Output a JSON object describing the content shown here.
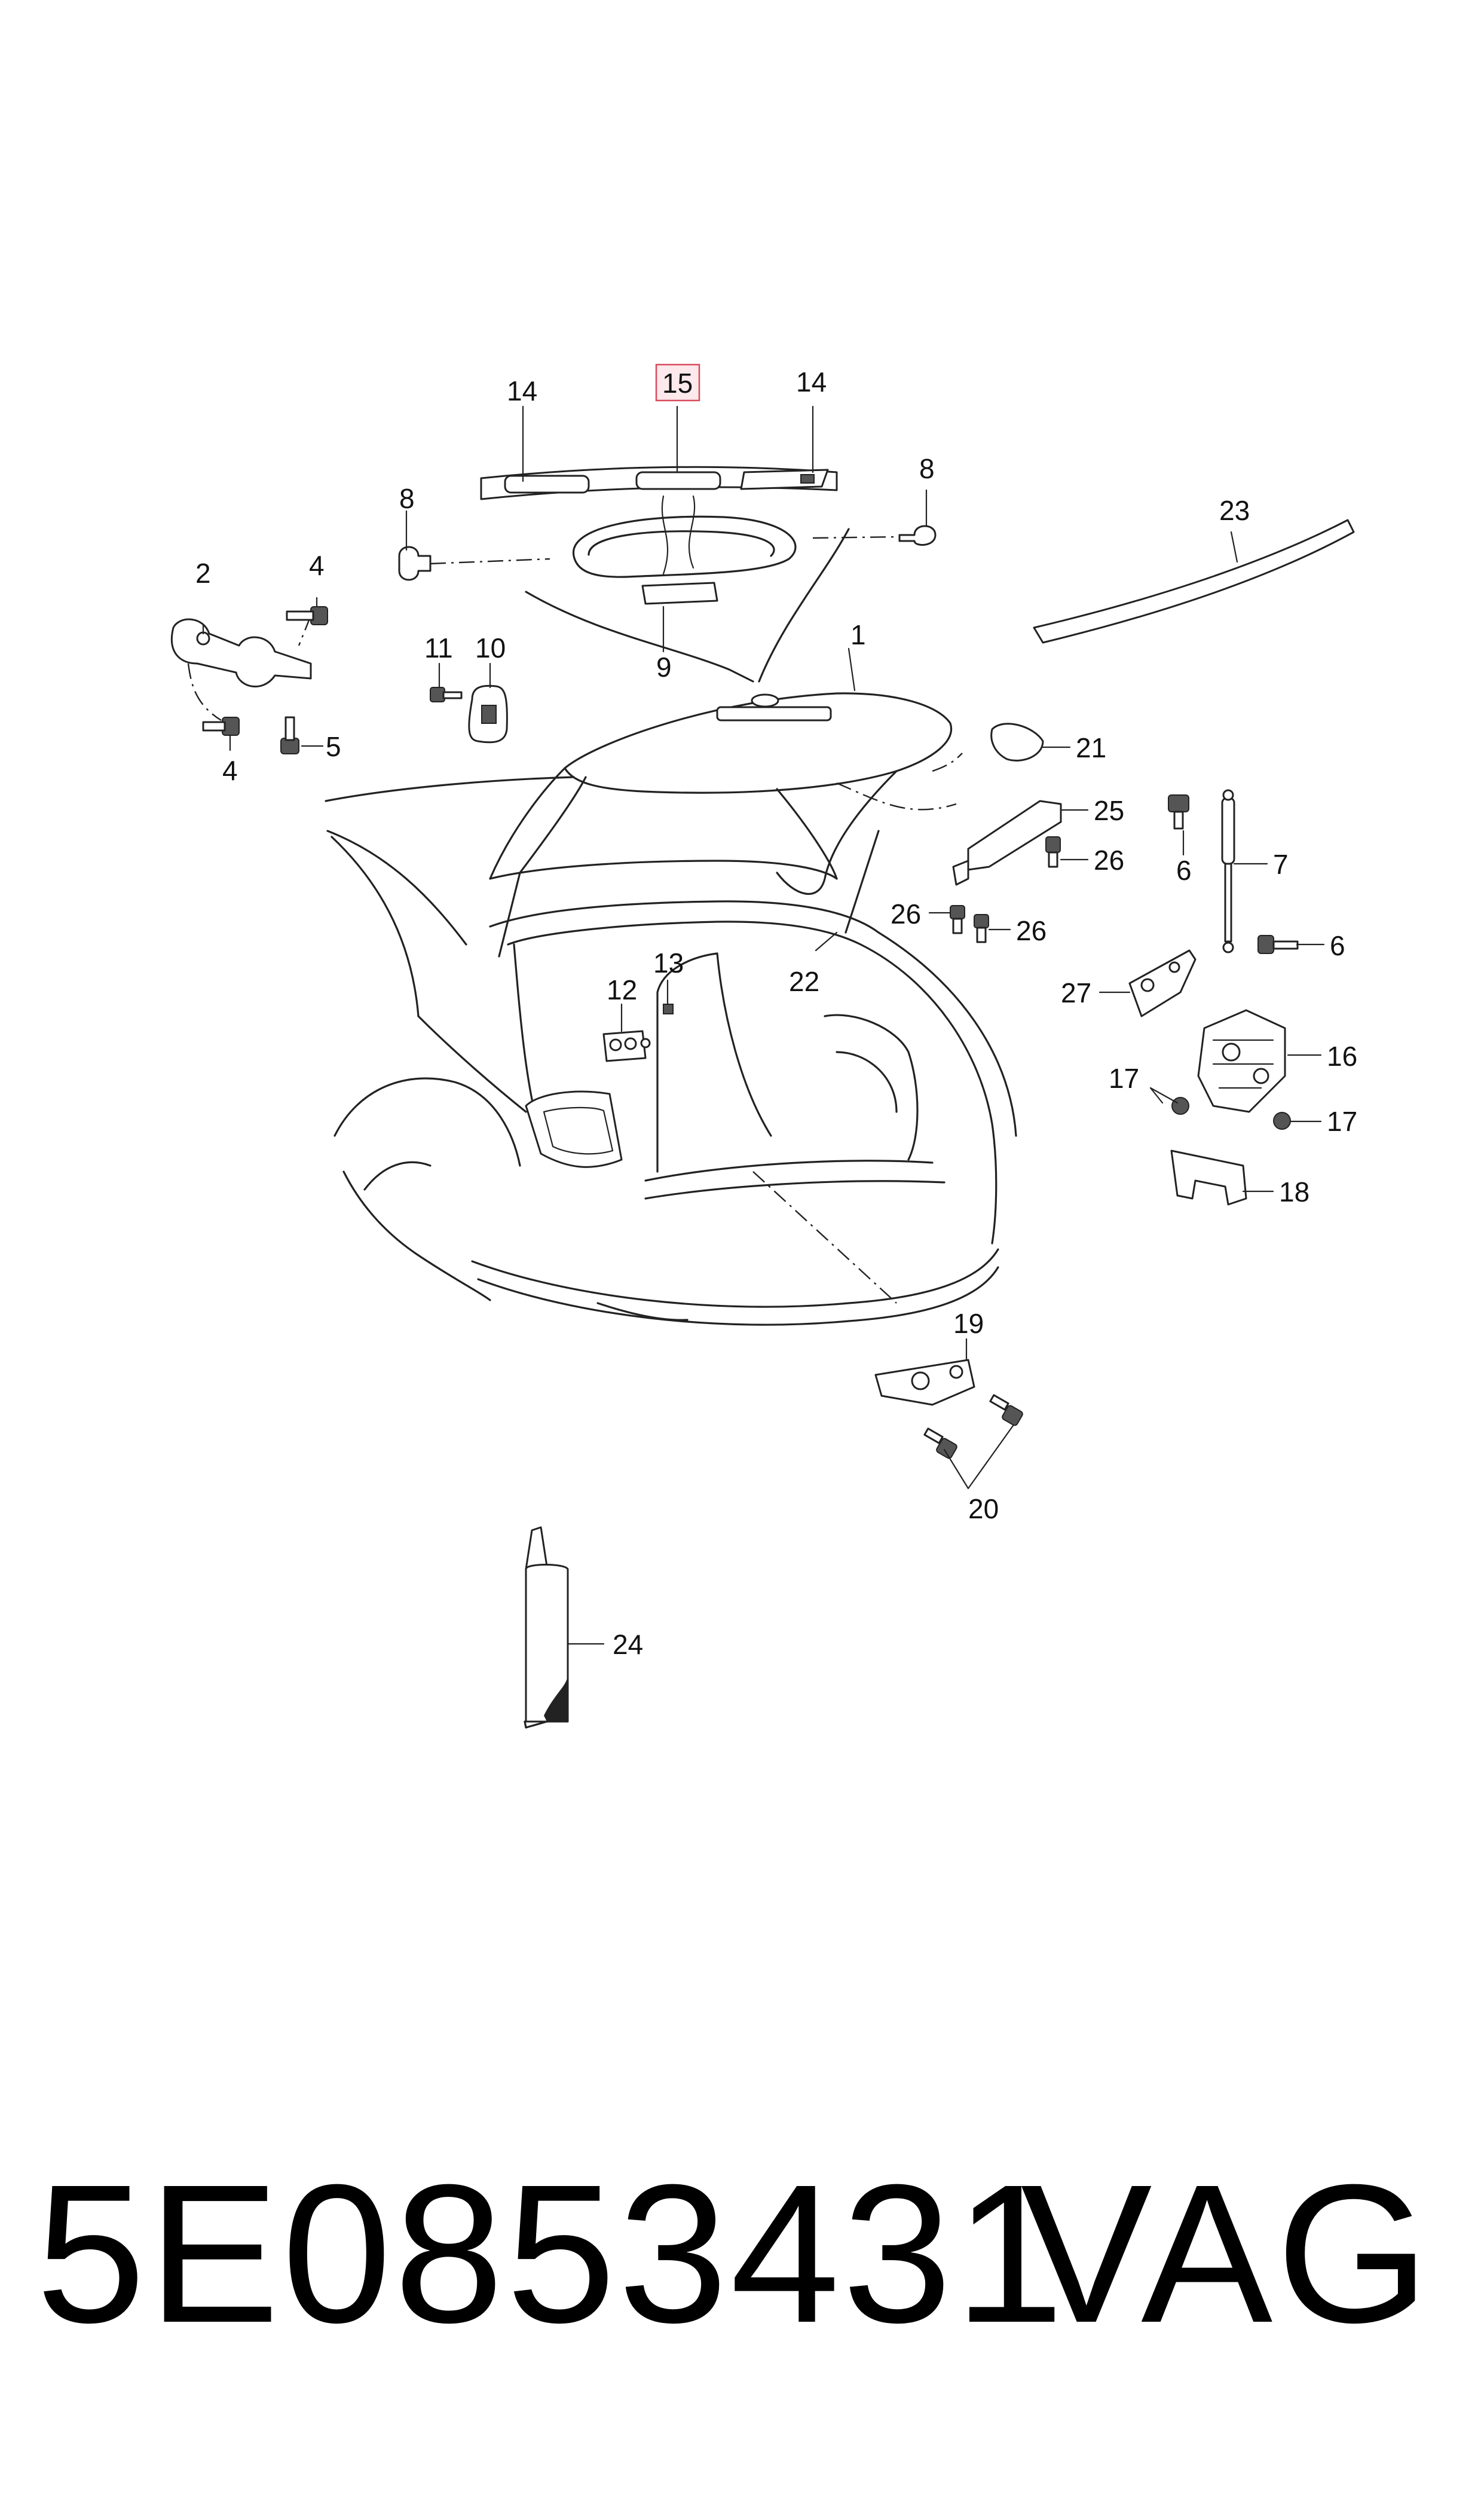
{
  "diagram": {
    "highlighted_callout": "15",
    "callouts": [
      {
        "id": "c1",
        "label": "1"
      },
      {
        "id": "c2",
        "label": "2"
      },
      {
        "id": "c4a",
        "label": "4"
      },
      {
        "id": "c4b",
        "label": "4"
      },
      {
        "id": "c5",
        "label": "5"
      },
      {
        "id": "c6a",
        "label": "6"
      },
      {
        "id": "c6b",
        "label": "6"
      },
      {
        "id": "c7",
        "label": "7"
      },
      {
        "id": "c8a",
        "label": "8"
      },
      {
        "id": "c8b",
        "label": "8"
      },
      {
        "id": "c9",
        "label": "9"
      },
      {
        "id": "c10",
        "label": "10"
      },
      {
        "id": "c11",
        "label": "11"
      },
      {
        "id": "c12",
        "label": "12"
      },
      {
        "id": "c13",
        "label": "13"
      },
      {
        "id": "c14a",
        "label": "14"
      },
      {
        "id": "c14b",
        "label": "14"
      },
      {
        "id": "c15",
        "label": "15"
      },
      {
        "id": "c16",
        "label": "16"
      },
      {
        "id": "c17a",
        "label": "17"
      },
      {
        "id": "c17b",
        "label": "17"
      },
      {
        "id": "c18",
        "label": "18"
      },
      {
        "id": "c19",
        "label": "19"
      },
      {
        "id": "c20",
        "label": "20"
      },
      {
        "id": "c21",
        "label": "21"
      },
      {
        "id": "c22",
        "label": "22"
      },
      {
        "id": "c23",
        "label": "23"
      },
      {
        "id": "c24",
        "label": "24"
      },
      {
        "id": "c25",
        "label": "25"
      },
      {
        "id": "c26a",
        "label": "26"
      },
      {
        "id": "c26b",
        "label": "26"
      },
      {
        "id": "c26c",
        "label": "26"
      },
      {
        "id": "c27",
        "label": "27"
      }
    ],
    "colors": {
      "line": "#222222",
      "highlight_fill": "#fde9ec",
      "highlight_border": "#d84a5b"
    }
  },
  "footer": {
    "part_number": "5E0853431",
    "brand": "VAG"
  }
}
